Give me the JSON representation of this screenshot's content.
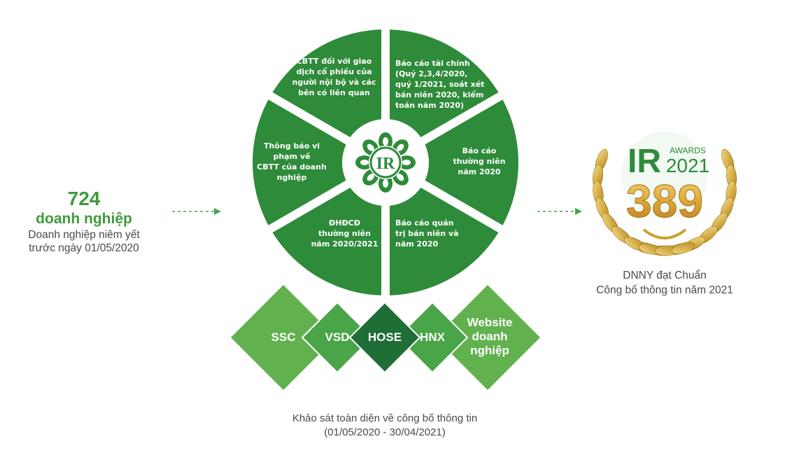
{
  "left": {
    "number": "724",
    "word": "doanh nghiệp",
    "sub_line1": "Doanh nghiệp niêm yết",
    "sub_line2": "trước ngày 01/05/2020"
  },
  "wheel": {
    "center_logo": "IR",
    "segments": [
      "CBTT đối với giao dịch cổ phiếu của người nội bộ và các bên có liên quan",
      "Báo cáo tài chính (Quý 2,3,4/2020, quý 1/2021, soát xét bán niên 2020, kiểm toán năm 2020)",
      "Báo cáo thường niên năm 2020",
      "Báo cáo quản trị bán niên và năm 2020",
      "ĐHĐCĐ thường niên năm 2020/2021",
      "Thông báo vi phạm về CBTT của doanh nghiệp"
    ],
    "seg_lines": {
      "s0": [
        "CBTT đối với giao",
        "dịch cổ phiếu của",
        "người nội bộ và các",
        "bên có liên quan"
      ],
      "s1": [
        "Báo cáo tài chính",
        "(Quý 2,3,4/2020,",
        "quý 1/2021, soát xét",
        "bán niên 2020, kiểm",
        "toán năm 2020)"
      ],
      "s2": [
        "Báo cáo",
        "thường niên",
        "năm 2020"
      ],
      "s3": [
        "Báo cáo quản",
        "trị bán niên và",
        "năm 2020"
      ],
      "s4": [
        "ĐHĐCĐ",
        "thường niên",
        "năm 2020/2021"
      ],
      "s5": [
        "Thông báo vi",
        "phạm về",
        "CBTT của doanh",
        "nghiệp"
      ]
    }
  },
  "sources": {
    "ssc": "SSC",
    "vsd": "VSD",
    "hose": "HOSE",
    "hnx": "HNX",
    "website_line1": "Website",
    "website_line2": "doanh",
    "website_line3": "nghiệp"
  },
  "award": {
    "ir": "IR",
    "awards_label": "AWARDS",
    "year": "2021",
    "count": "389",
    "caption_line1": "DNNY đạt Chuẩn",
    "caption_line2": "Công bố thông tin năm 2021"
  },
  "bottom": {
    "line1": "Khảo sát toàn diện về công bố thông tin",
    "line2": "(01/05/2020 - 30/04/2021)"
  },
  "colors": {
    "green_dark": "#2e8b3a",
    "green_mid": "#4aa548",
    "green_light": "#62b14f",
    "green_deep": "#1f6e36",
    "gold": "#c9a02a",
    "text_grey": "#4a4a4a"
  }
}
